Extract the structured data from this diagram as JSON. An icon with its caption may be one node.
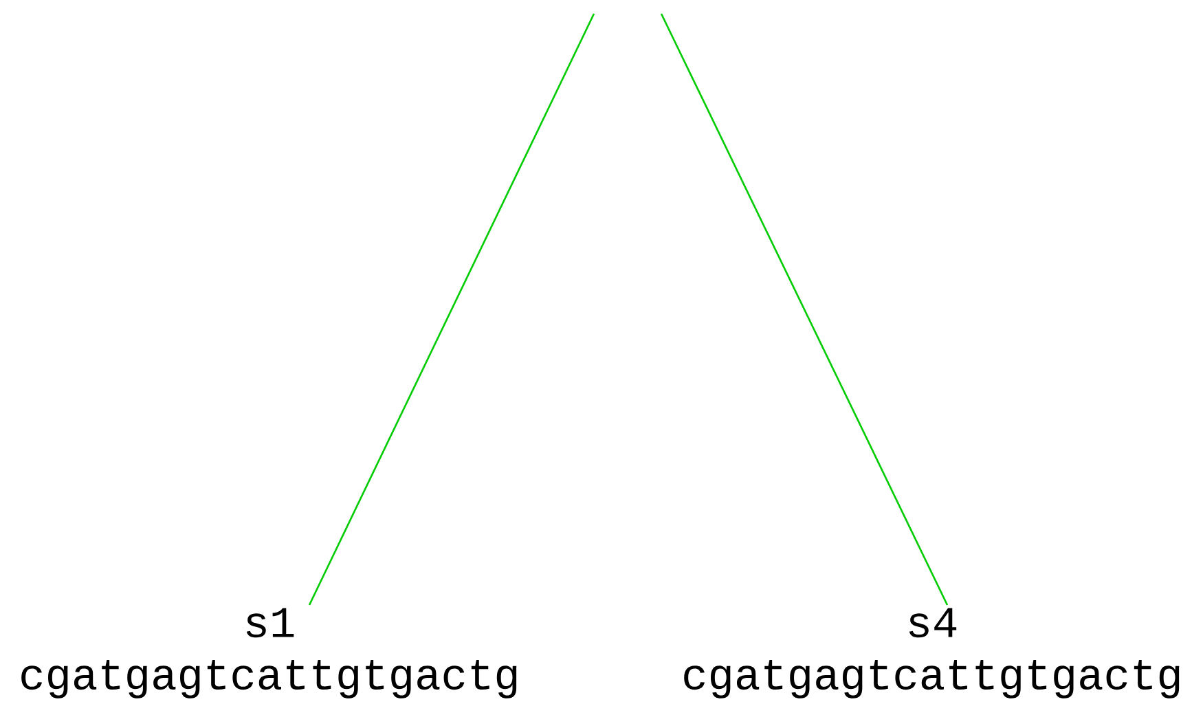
{
  "diagram": {
    "nodes": [
      {
        "text": [
          "s1",
          "cgatgagtcattgtgactg"
        ]
      },
      {
        "text": [
          "s4",
          "cgatgagtcattgtgactg"
        ]
      }
    ],
    "edges": [
      {
        "from": null,
        "to": 0,
        "arrow": "none"
      },
      {
        "from": null,
        "to": 1,
        "arrow": "none"
      }
    ]
  }
}
